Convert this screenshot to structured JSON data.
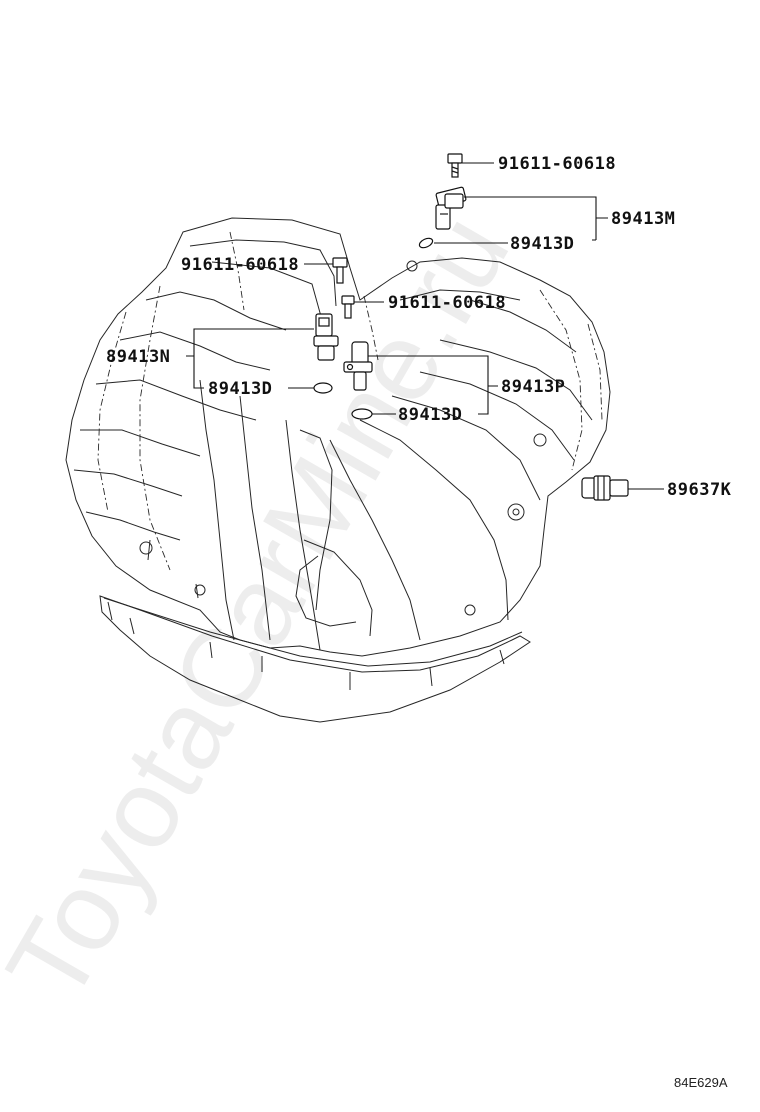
{
  "watermark": "ToyotaCarMine.ru",
  "diagram_id": "84E629A",
  "callouts": {
    "bolt_top": "91611-60618",
    "sensor_top_group": "89413M",
    "oring_top": "89413D",
    "bolt_left": "91611-60618",
    "bolt_mid": "91611-60618",
    "sensor_left_group": "89413N",
    "oring_left": "89413D",
    "sensor_right_group": "89413P",
    "oring_right": "89413D",
    "pressure_switch": "89637K"
  }
}
